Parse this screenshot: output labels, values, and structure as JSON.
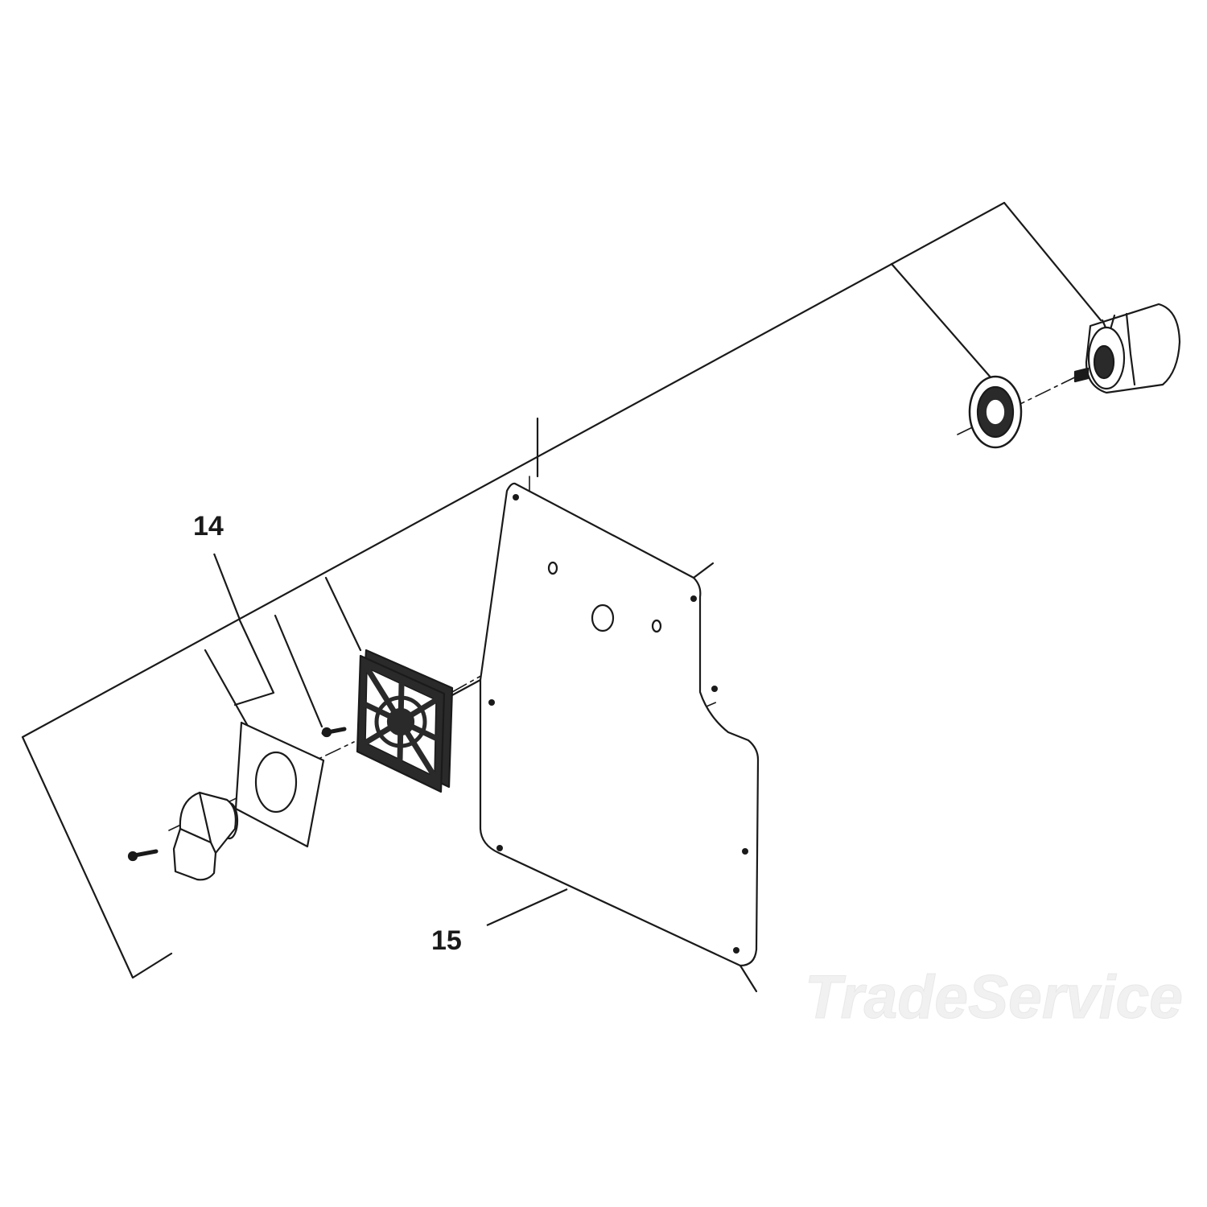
{
  "callouts": [
    {
      "id": "14",
      "label": "14"
    },
    {
      "id": "15",
      "label": "15"
    }
  ],
  "colors": {
    "line": "#1a1a1a",
    "fill": "#ffffff",
    "dark_fill": "#2a2a2a",
    "background": "#ffffff"
  },
  "watermark": "TradeService"
}
